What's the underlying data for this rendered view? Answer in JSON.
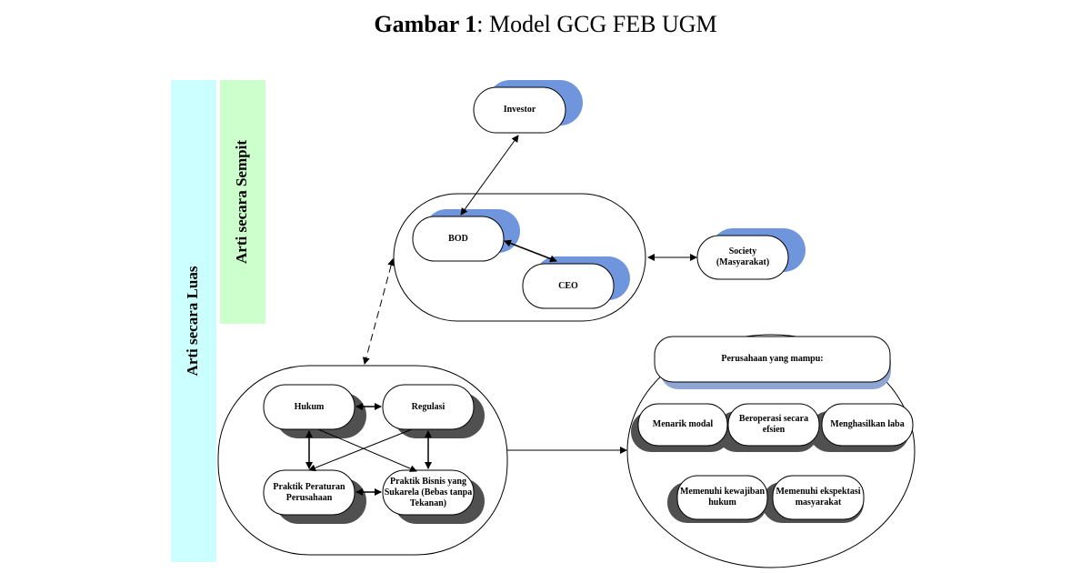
{
  "title": {
    "bold": "Gambar 1",
    "rest": ": Model GCG FEB UGM"
  },
  "bands": {
    "luas": "Arti secara Luas",
    "sempit": "Arti secara Sempit"
  },
  "nodes": {
    "investor": "Investor",
    "bod": "BOD",
    "ceo": "CEO",
    "society": "Society\n(Masyarakat)",
    "hukum": "Hukum",
    "regulasi": "Regulasi",
    "praktik_peraturan": "Praktik Peraturan\nPerusahaan",
    "praktik_bisnis": "Praktik Bisnis yang\nSukarela (Bebas tanpa\nTekanan)",
    "perusahaan_mampu": "Perusahaan yang mampu:",
    "menarik_modal": "Menarik modal",
    "beroperasi": "Beroperasi secara\nefsien",
    "menghasilkan_laba": "Menghasilkan laba",
    "kewajiban_hukum": "Memenuhi kewajiban\nhukum",
    "ekspektasi": "Memenuhi ekspektasi\nmasyarakat"
  },
  "colors": {
    "band_luas": "#ccffff",
    "band_sempit": "#ccffcc",
    "shadow_blue": "#6f96dc",
    "shadow_dark": "#505050"
  }
}
